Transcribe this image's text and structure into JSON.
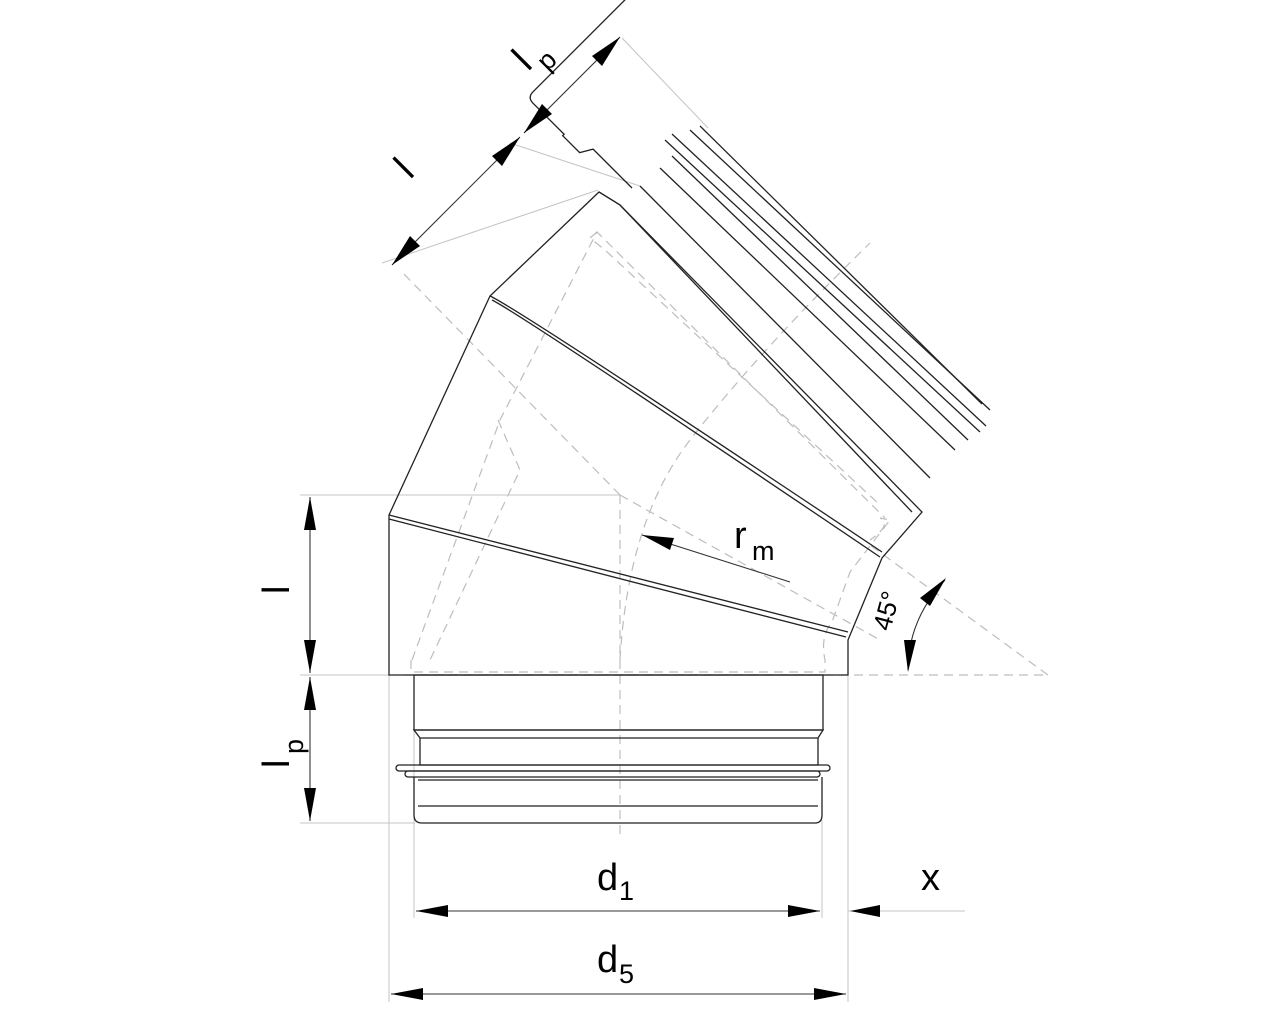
{
  "labels": {
    "lp_top": "l",
    "lp_top_sub": "p",
    "l_top": "l",
    "rm": "r",
    "rm_sub": "m",
    "angle": "45°",
    "l_left": "l",
    "lp_left": "l",
    "lp_left_sub": "p",
    "d1": "d",
    "d1_sub": "1",
    "x": "x",
    "d5": "d",
    "d5_sub": "5"
  }
}
